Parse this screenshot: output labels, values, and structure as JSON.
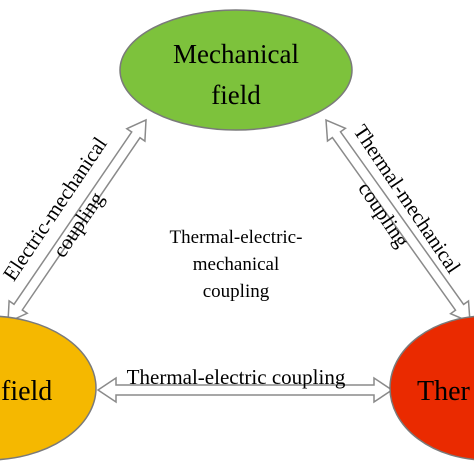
{
  "nodes": {
    "mechanical": {
      "line1": "Mechanical",
      "line2": "field",
      "fill": "#7dc23c"
    },
    "electric": {
      "label": "field",
      "fill": "#f5b800"
    },
    "thermal": {
      "label": "Ther",
      "fill": "#ea2a00"
    }
  },
  "couplings": {
    "electric_mechanical": {
      "line1": "Electric-mechanical",
      "line2": "coupling"
    },
    "thermal_mechanical": {
      "line1": "Thermal-mechanical",
      "line2": "coupling"
    },
    "thermal_electric": {
      "label": "Thermal-electric coupling"
    }
  },
  "center": {
    "line1": "Thermal-electric-",
    "line2": "mechanical",
    "line3": "coupling"
  },
  "colors": {
    "node_stroke": "#7a7a7a",
    "arrow_fill": "#ffffff",
    "arrow_stroke": "#8a8a8a",
    "text": "#000000"
  }
}
